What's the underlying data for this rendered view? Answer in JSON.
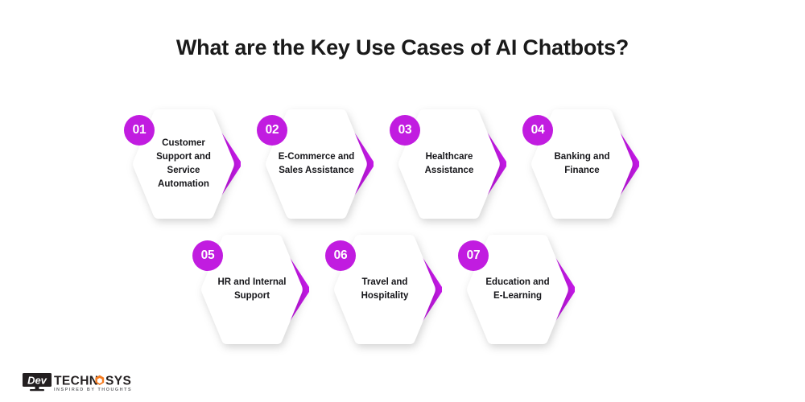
{
  "page": {
    "background_color": "#ffffff",
    "title": "What are the Key Use Cases of AI Chatbots?"
  },
  "theme": {
    "accent_purple": "#c619e8",
    "accent_purple_dark": "#b817d8",
    "badge_purple": "#c11ce0",
    "text_color": "#16161a",
    "hexagon_fill": "#ffffff",
    "logo_dark": "#231f20",
    "logo_orange": "#f47b20"
  },
  "cards": [
    {
      "number": "01",
      "label": "Customer Support and Service Automation",
      "lines": [
        "Customer",
        "Support and",
        "Service",
        "Automation"
      ],
      "row": 1
    },
    {
      "number": "02",
      "label": "E-Commerce and Sales Assistance",
      "lines": [
        "E-Commerce and",
        "Sales Assistance"
      ],
      "row": 1
    },
    {
      "number": "03",
      "label": "Healthcare Assistance",
      "lines": [
        "Healthcare",
        "Assistance"
      ],
      "row": 1
    },
    {
      "number": "04",
      "label": "Banking and Finance",
      "lines": [
        "Banking and",
        "Finance"
      ],
      "row": 1
    },
    {
      "number": "05",
      "label": "HR and Internal Support",
      "lines": [
        "HR and Internal",
        "Support"
      ],
      "row": 2
    },
    {
      "number": "06",
      "label": "Travel and Hospitality",
      "lines": [
        "Travel and",
        "Hospitality"
      ],
      "row": 2
    },
    {
      "number": "07",
      "label": "Education and E-Learning",
      "lines": [
        "Education and",
        "E-Learning"
      ],
      "row": 2
    }
  ],
  "logo": {
    "mark_text": "Dev",
    "name_part1": "TECHN",
    "name_part2": "SYS",
    "tagline": "INSPIRED BY THOUGHTS"
  }
}
